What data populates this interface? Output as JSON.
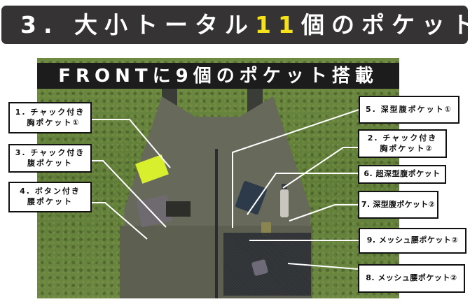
{
  "header": {
    "prefix": "3. 大小トータル",
    "highlight": "11",
    "suffix": "個のポケット",
    "bg_color": "#353333",
    "highlight_color": "#f6e21b"
  },
  "banner": {
    "text": "FRONTに9個のポケット搭載"
  },
  "labels": {
    "l1": {
      "line1": "1. チャック付き",
      "line2": "胸ポケット①"
    },
    "l3": {
      "line1": "3. チャック付き",
      "line2": "腹ポケット"
    },
    "l4": {
      "line1": "4. ボタン付き",
      "line2": "腰ポケット"
    },
    "r5": {
      "line1": "5. 深型腹ポケット①"
    },
    "r2": {
      "line1": "2. チャック付き",
      "line2": "胸ポケット②"
    },
    "r6": {
      "line1": "6. 超深型腹ポケット"
    },
    "r7": {
      "line1": "7. 深型腹ポケット②"
    },
    "r9": {
      "line1": "9. メッシュ腰ポケット②"
    },
    "r8": {
      "line1": "8. メッシュ腰ポケット②"
    }
  }
}
